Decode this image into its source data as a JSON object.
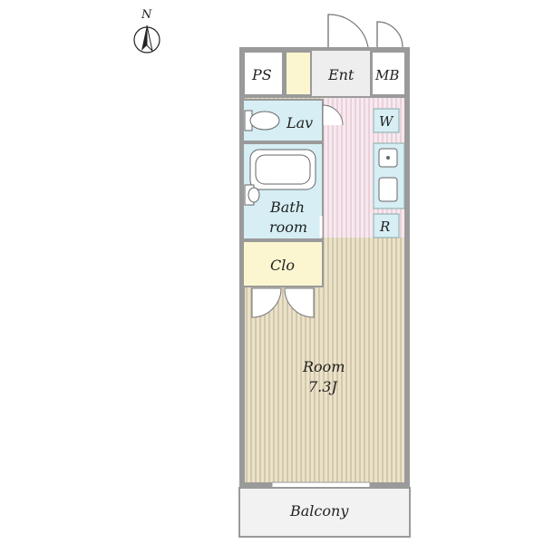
{
  "compass": {
    "label": "N"
  },
  "rooms": {
    "ps": "PS",
    "entrance": "Ent",
    "mb": "MB",
    "lavatory": "Lav",
    "washer": "W",
    "bath_line1": "Bath",
    "bath_line2": "room",
    "refrigerator": "R",
    "closet": "Clo",
    "room_name": "Room",
    "room_size": "7.3J",
    "balcony": "Balcony"
  },
  "colors": {
    "wall": "#9a9a9a",
    "wood_floor": "#ebe2c9",
    "wood_stripe": "#b9ad8f",
    "kitchen_floor": "#f7e9ef",
    "kitchen_stripe": "#dcb9c8",
    "water_room": "#d6eef4",
    "closet": "#fbf6cf",
    "entrance": "#eeeeee",
    "balcony": "#f2f2f2"
  }
}
